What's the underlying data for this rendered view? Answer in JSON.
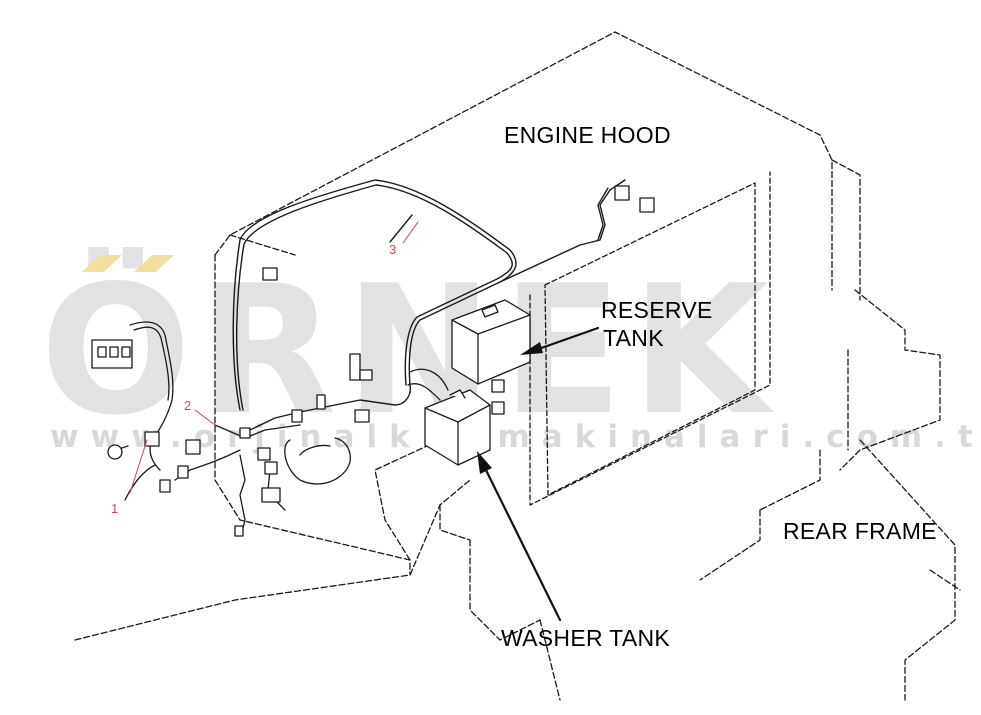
{
  "labels": {
    "engine_hood": "ENGINE HOOD",
    "reserve_tank_line1": "RESERVE",
    "reserve_tank_line2": "TANK",
    "rear_frame": "REAR FRAME",
    "washer_tank": "WASHER TANK"
  },
  "part_numbers": {
    "p1": "1",
    "p2": "2",
    "p3": "3"
  },
  "watermark": {
    "text": "ÖRNEK",
    "url": "www.orjinalkisimakinalari.com.tr"
  },
  "colors": {
    "line": "#1a1a1a",
    "part_number": "#d94848",
    "watermark": "#d9d9dd",
    "watermark_dots": "#f1df9b"
  }
}
